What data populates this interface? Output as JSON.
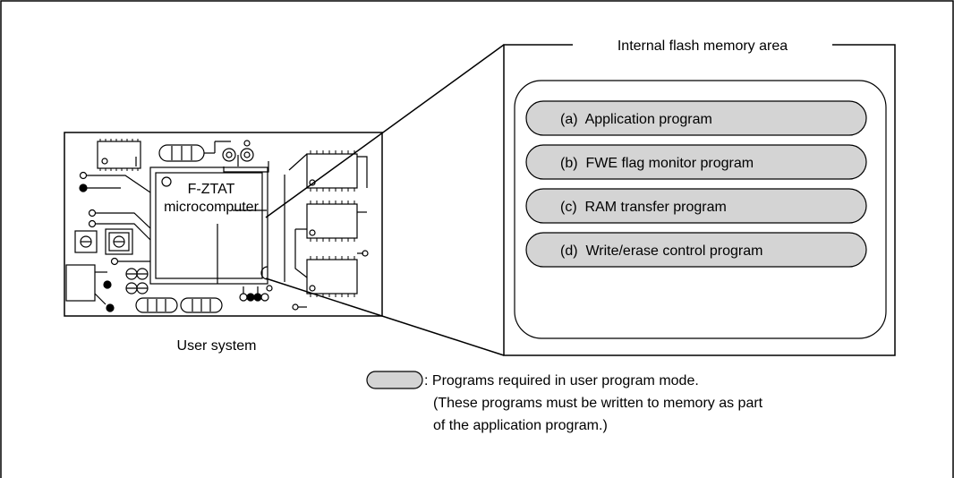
{
  "pcb": {
    "chip_label_line1": "F-ZTAT",
    "chip_label_line2": "microcomputer",
    "caption": "User system"
  },
  "flash": {
    "title": "Internal flash memory area",
    "programs": [
      {
        "label": "(a)  Application program"
      },
      {
        "label": "(b)  FWE flag monitor program"
      },
      {
        "label": "(c)  RAM transfer program"
      },
      {
        "label": "(d)  Write/erase control program"
      }
    ]
  },
  "legend": {
    "line1": ": Programs required in user program mode.",
    "line2": "(These programs must be written to memory as part",
    "line3": "of the application program.)"
  },
  "colors": {
    "pill_fill": "#d4d4d4",
    "stroke": "#000000",
    "background": "#ffffff"
  }
}
